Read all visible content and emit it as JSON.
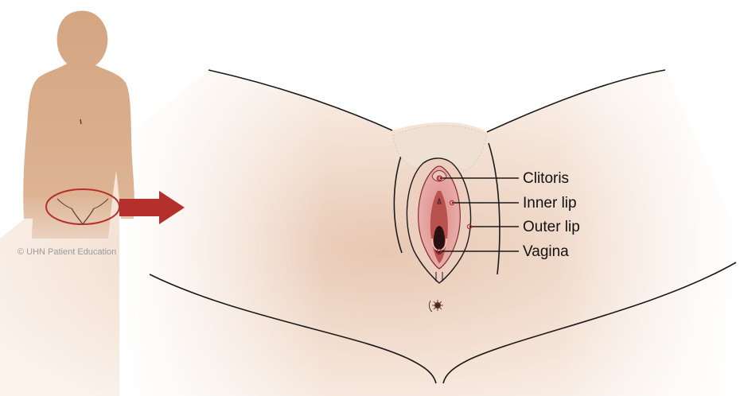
{
  "labels": {
    "clitoris": "Clitoris",
    "inner_lip": "Inner lip",
    "outer_lip": "Outer lip",
    "vagina": "Vagina"
  },
  "credit": "© UHN Patient Education",
  "colors": {
    "skin_light": "#f4e3d6",
    "skin_mid": "#e9cbb6",
    "figure_skin": "#d9ad8a",
    "inner_pink": "#e8a6a5",
    "inner_deep": "#b5524f",
    "arrow_red": "#b3302c",
    "callout_red": "#b3302c",
    "outline": "#1a1a1a"
  },
  "icons": {
    "pointer": "arrow-right-icon"
  }
}
